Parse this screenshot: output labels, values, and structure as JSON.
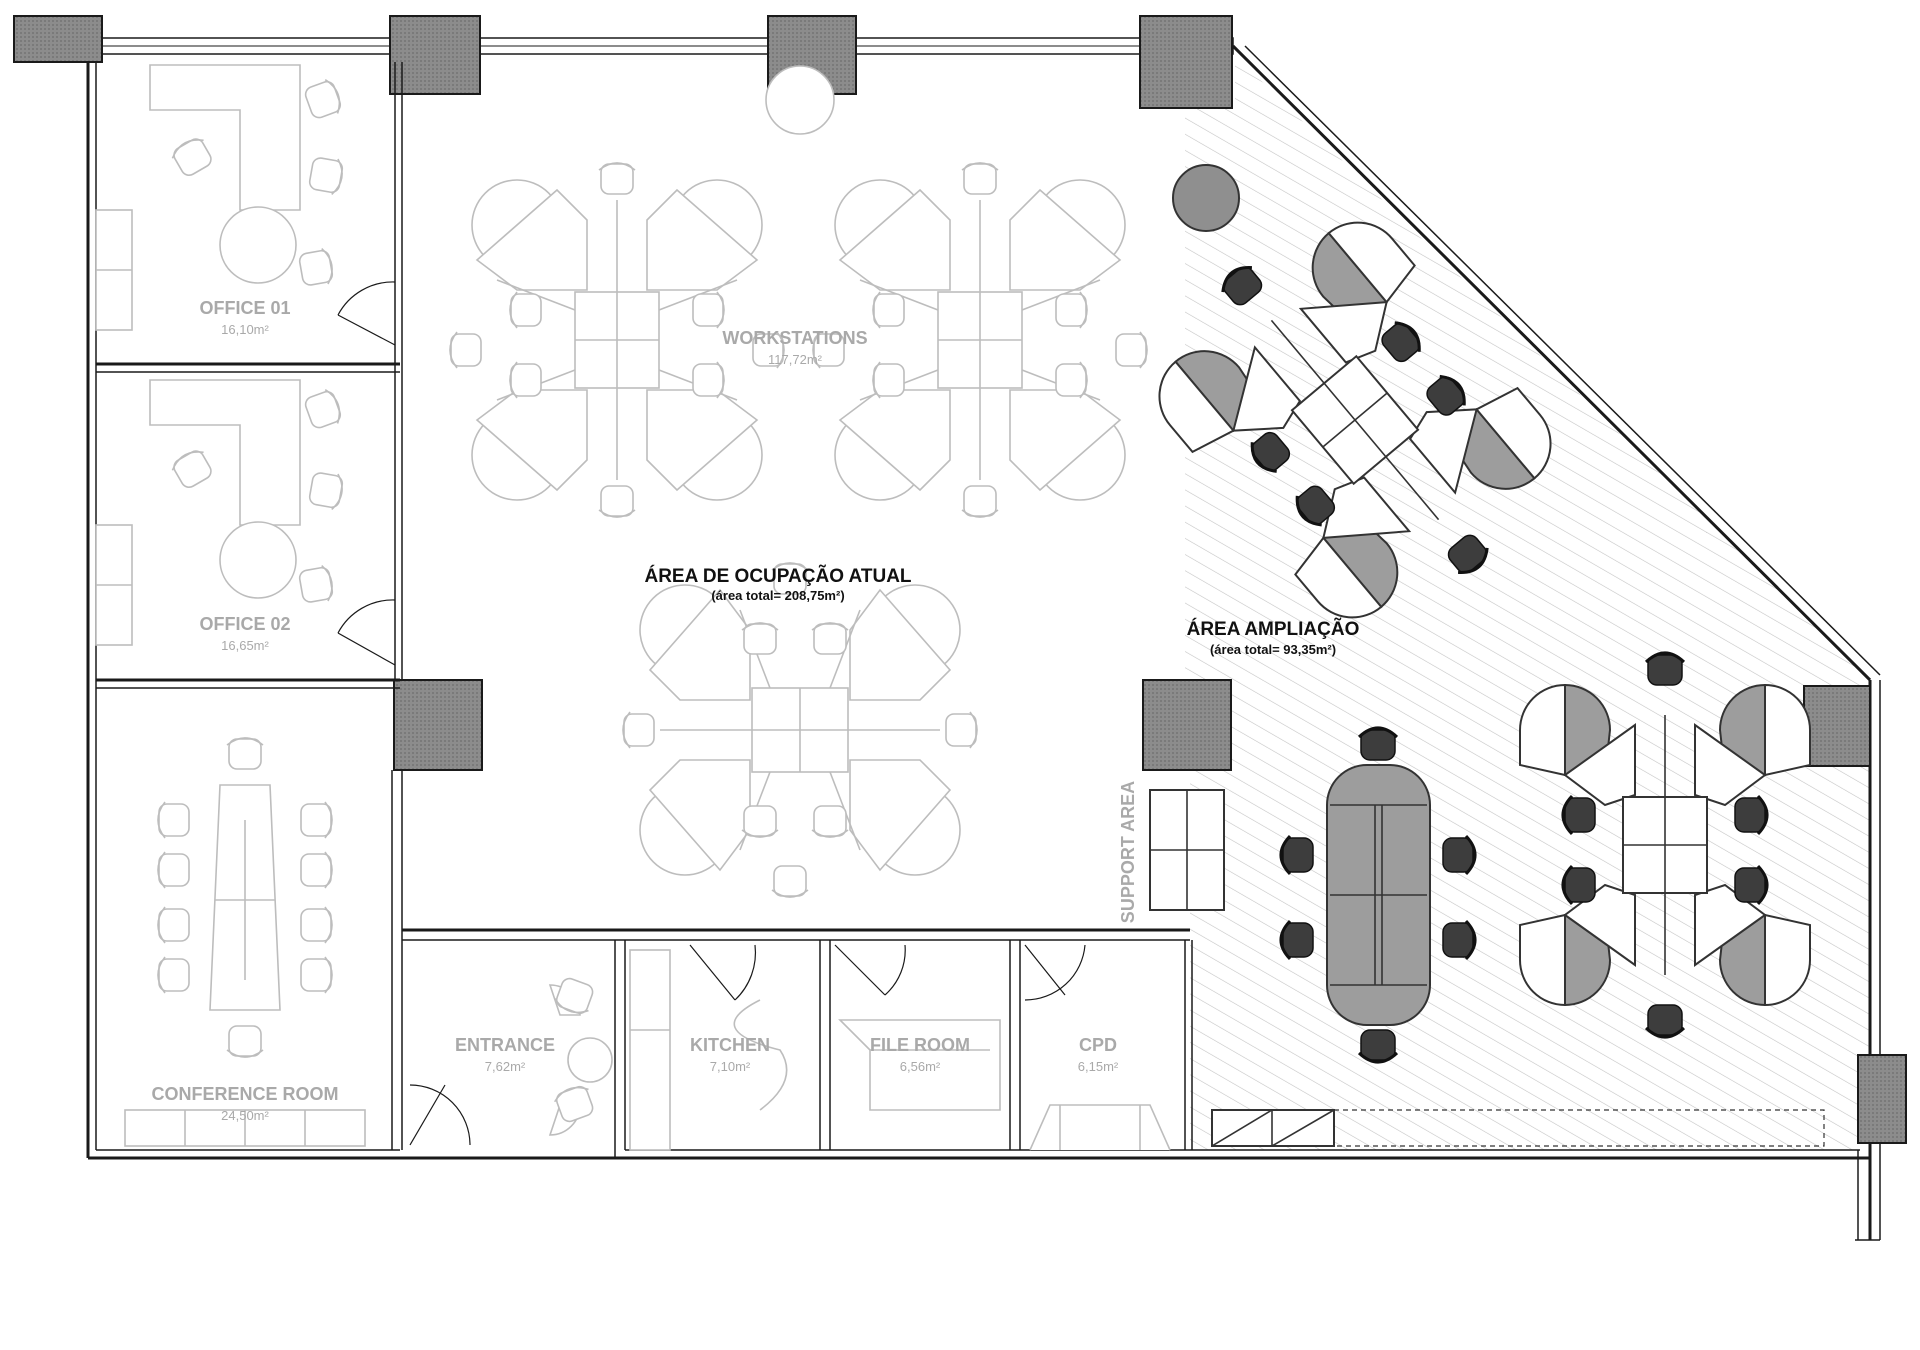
{
  "rooms": {
    "office01": {
      "name": "OFFICE 01",
      "area": "16,10m²"
    },
    "office02": {
      "name": "OFFICE 02",
      "area": "16,65m²"
    },
    "conference": {
      "name": "CONFERENCE ROOM",
      "area": "24,50m²"
    },
    "workstations": {
      "name": "WORKSTATIONS",
      "area": "117,72m²"
    },
    "entrance": {
      "name": "ENTRANCE",
      "area": "7,62m²"
    },
    "kitchen": {
      "name": "KITCHEN",
      "area": "7,10m²"
    },
    "file_room": {
      "name": "FILE ROOM",
      "area": "6,56m²"
    },
    "cpd": {
      "name": "CPD",
      "area": "6,15m²"
    },
    "support": {
      "name": "SUPPORT AREA"
    }
  },
  "zones": {
    "current": {
      "name": "ÁREA DE OCUPAÇÃO ATUAL",
      "area": "(área total= 208,75m²)"
    },
    "expansion": {
      "name": "ÁREA AMPLIAÇÃO",
      "area": "(área total= 93,35m²)"
    }
  },
  "colors": {
    "wall": "#1a1a1a",
    "column": "#8a8a8a",
    "existing_furniture": "#bdbdbd",
    "new_furniture": "#333333",
    "new_fill": "#9d9d9d",
    "hatch": "#b8b8b8"
  }
}
